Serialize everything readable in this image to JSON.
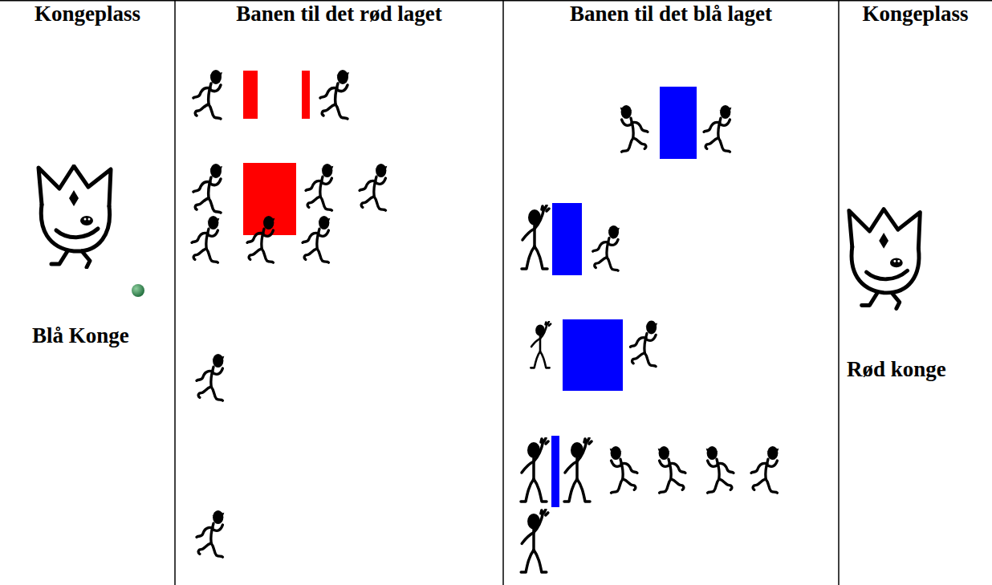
{
  "diagram": {
    "labels": [
      "Kongeplass",
      "Banen til det rød laget",
      "Banen til det blå laget",
      "Kongeplass",
      "Blå Konge",
      "Rød konge"
    ]
  }
}
